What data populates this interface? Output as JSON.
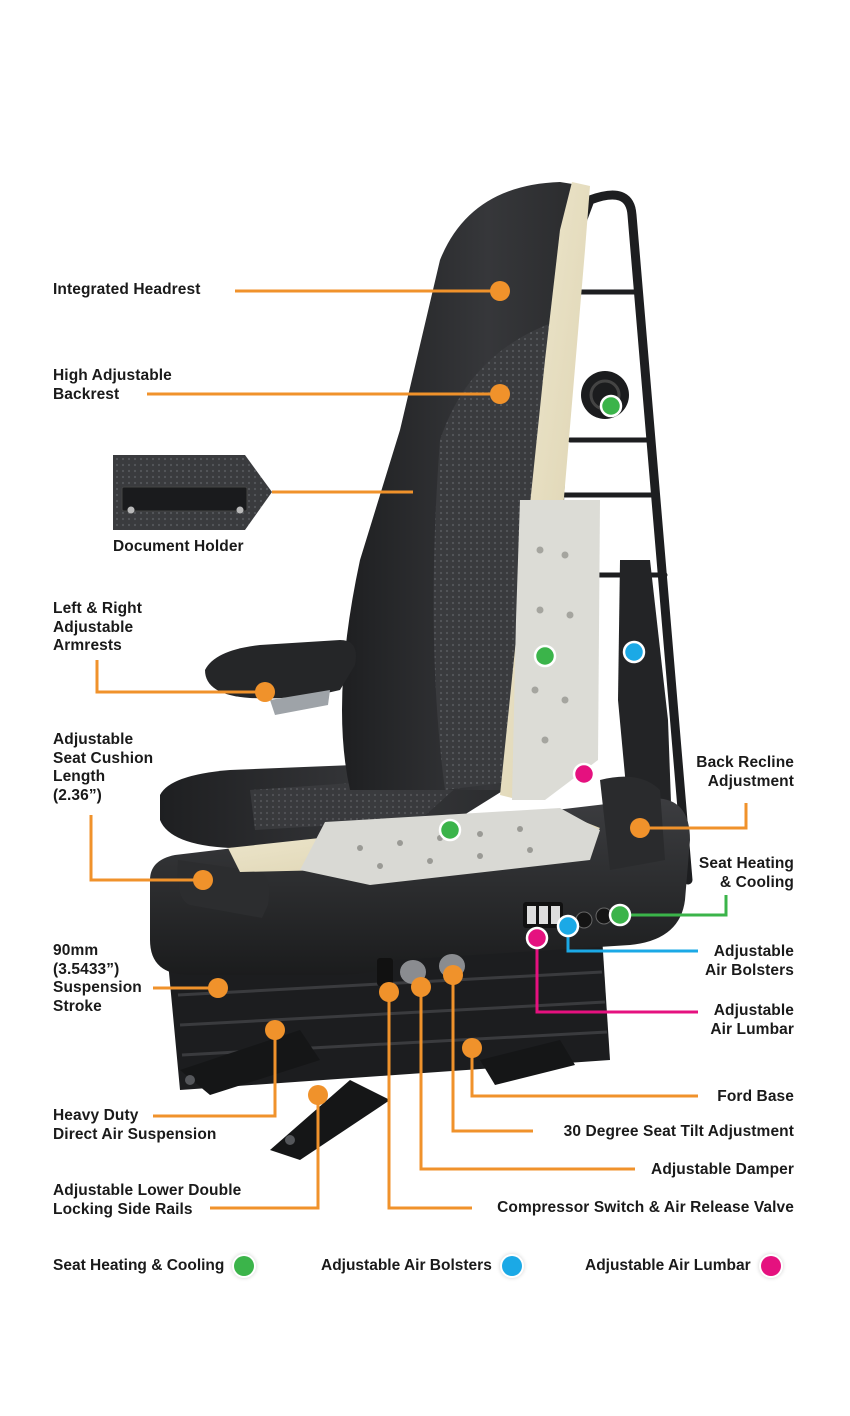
{
  "colors": {
    "leader": "#f0922b",
    "heating": "#3bb44a",
    "bolster": "#1ba9e6",
    "lumbar": "#e5117f",
    "seat_dark": "#2b2c2e",
    "foam": "#e9dfbf"
  },
  "labels": {
    "integrated_headrest": "Integrated Headrest",
    "high_adjustable_backrest": "High Adjustable\nBackrest",
    "document_holder": "Document Holder",
    "armrests": "Left & Right\nAdjustable\nArmrests",
    "seat_cushion_length": "Adjustable\nSeat Cushion\nLength\n(2.36”)",
    "suspension_stroke": "90mm\n(3.5433”)\nSuspension\nStroke",
    "heavy_duty_suspension": "Heavy Duty\nDirect Air Suspension",
    "lower_double_rails": "Adjustable Lower Double\nLocking Side Rails",
    "back_recline": "Back Recline\nAdjustment",
    "seat_heating_cooling": "Seat Heating\n& Cooling",
    "air_bolsters": "Adjustable\nAir Bolsters",
    "air_lumbar": "Adjustable\nAir Lumbar",
    "ford_base": "Ford Base",
    "seat_tilt": "30 Degree Seat Tilt Adjustment",
    "damper": "Adjustable Damper",
    "compressor_switch": "Compressor Switch & Air Release Valve"
  },
  "legend": [
    {
      "label": "Seat Heating & Cooling",
      "icon": "green-dot-icon",
      "color": "#3bb44a"
    },
    {
      "label": "Adjustable Air Bolsters",
      "icon": "blue-dot-icon",
      "color": "#1ba9e6"
    },
    {
      "label": "Adjustable Air Lumbar",
      "icon": "magenta-dot-icon",
      "color": "#e5117f"
    }
  ]
}
